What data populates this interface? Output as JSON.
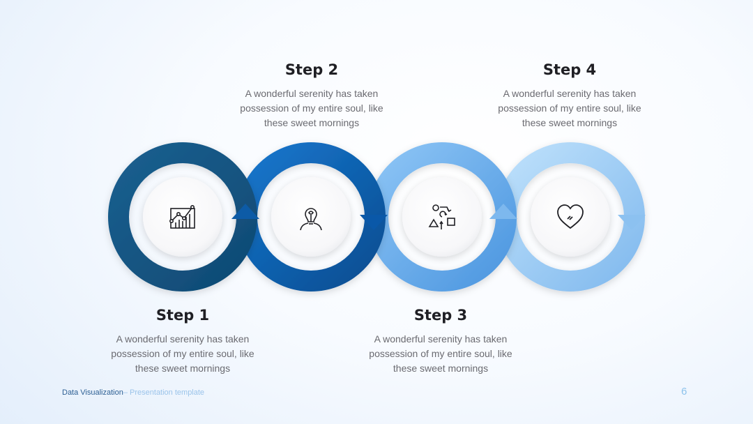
{
  "steps": [
    {
      "title": "Step 1",
      "desc": "A wonderful serenity has taken possession of my entire soul, like these sweet mornings",
      "icon": "chart-growth-icon",
      "color": "#16578a"
    },
    {
      "title": "Step 2",
      "desc": "A wonderful serenity has taken possession of my entire soul, like these sweet mornings",
      "icon": "idea-head-icon",
      "color": "#0b5fb0"
    },
    {
      "title": "Step 3",
      "desc": "A wonderful serenity has taken possession of my entire soul, like these sweet mornings",
      "icon": "shapes-cycle-icon",
      "color": "#6aaef0"
    },
    {
      "title": "Step 4",
      "desc": "A wonderful serenity has taken possession of my entire soul, like these sweet mornings",
      "icon": "heart-icon",
      "color": "#9ccbf5"
    }
  ],
  "footer": {
    "brand": "Data Visualization",
    "subtitle": "– Presentation template"
  },
  "page_number": "6"
}
